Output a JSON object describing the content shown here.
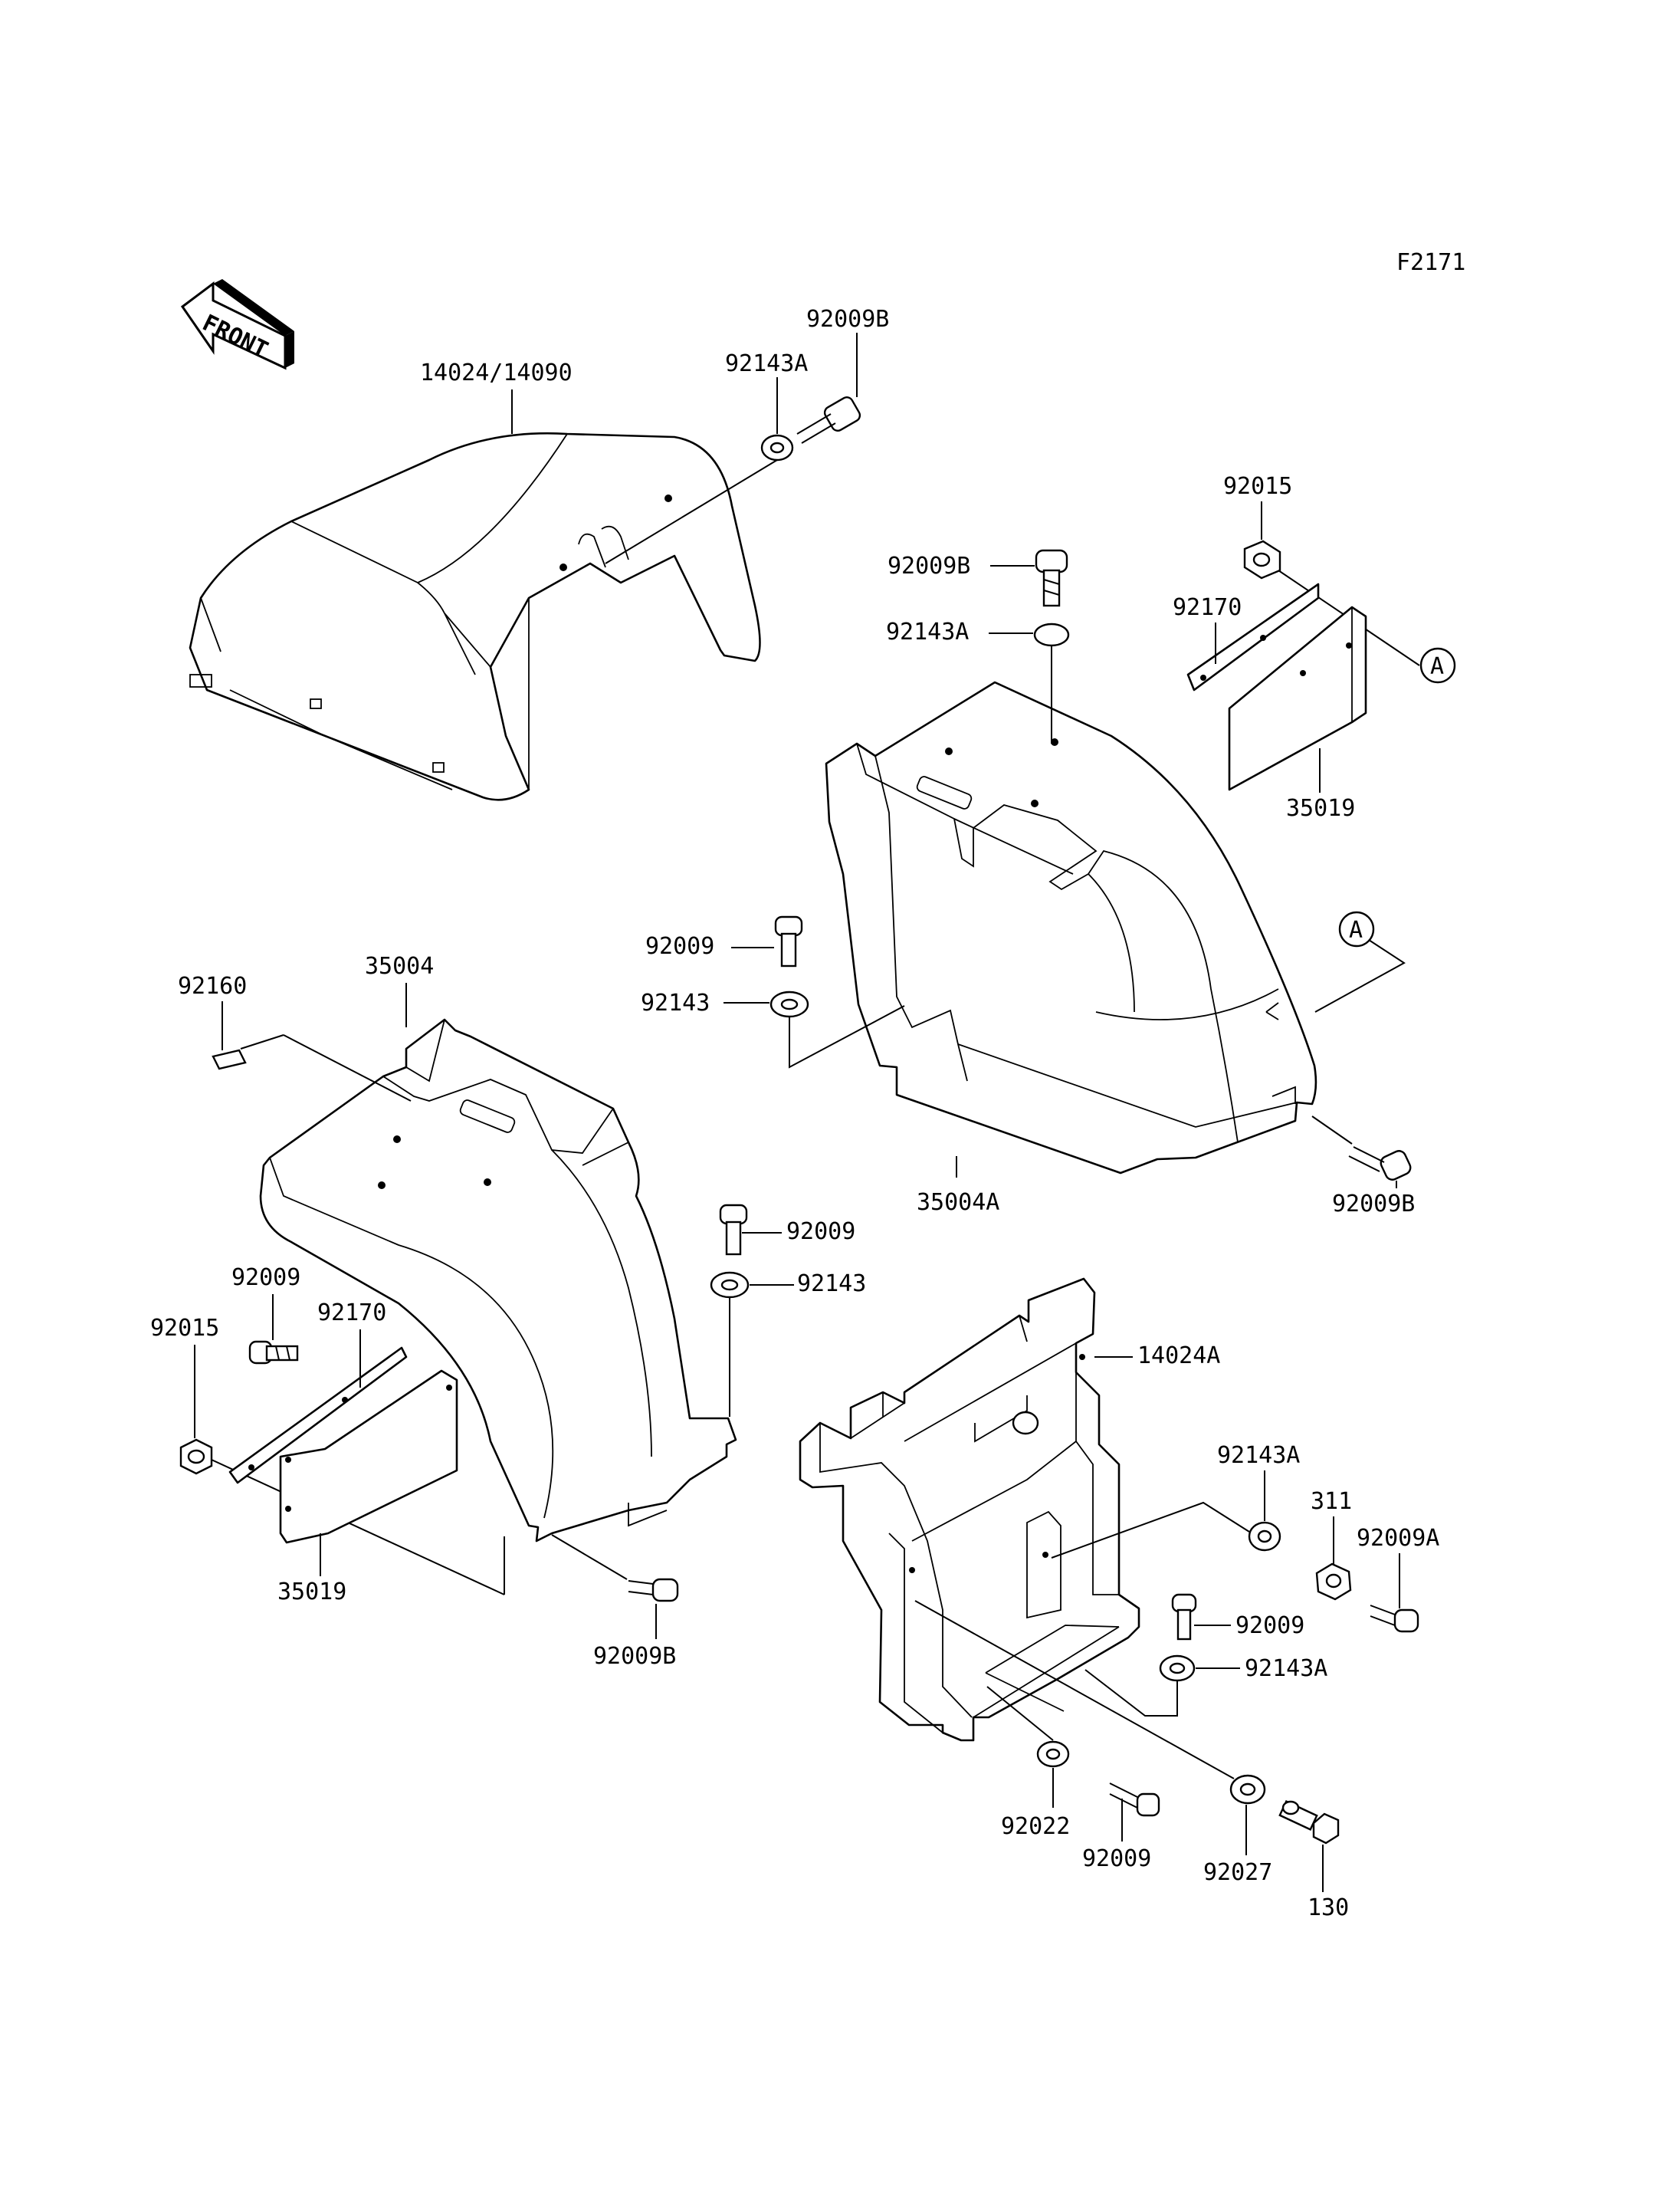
{
  "figure_code": "F2171",
  "front_arrow_label": "FRONT",
  "reference_marker": "A",
  "callouts": {
    "c14024_14090": "14024/14090",
    "c92009B_top": "92009B",
    "c92143A_top": "92143A",
    "c92015_right": "92015",
    "c92170_right": "92170",
    "c35019_right": "35019",
    "c92009B_mid": "92009B",
    "c92143A_mid": "92143A",
    "c92009_mid": "92009",
    "c92143_mid": "92143",
    "c35004A": "35004A",
    "c92009B_right": "92009B",
    "c92160": "92160",
    "c35004": "35004",
    "c92009_left": "92009",
    "c92170_left": "92170",
    "c92015_left": "92015",
    "c35019_left": "35019",
    "c92009B_bottom": "92009B",
    "c92009_center": "92009",
    "c92143_center": "92143",
    "c14024A": "14024A",
    "c92143A_lower": "92143A",
    "c311": "311",
    "c92009A": "92009A",
    "c92009_lower": "92009",
    "c92143A_bottom": "92143A",
    "c92022": "92022",
    "c92009_bottom": "92009",
    "c92027": "92027",
    "c130": "130"
  }
}
